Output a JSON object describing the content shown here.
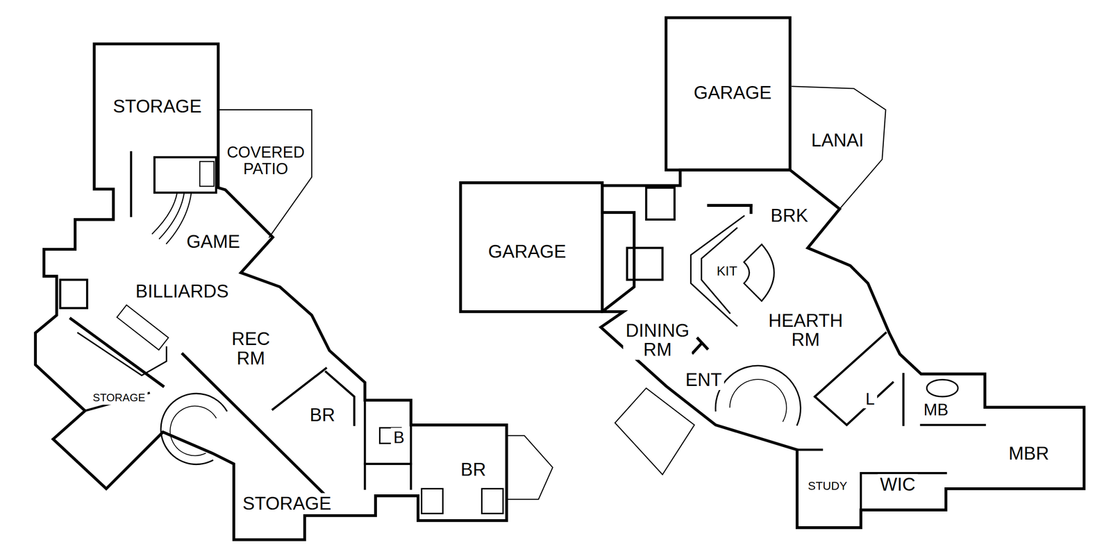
{
  "diagram": {
    "labels": [
      "STORAGE",
      "COVERED PATIO",
      "GAME",
      "BILLIARDS",
      "REC RM",
      "STORAGE",
      "BR",
      "B",
      "BR",
      "STORAGE",
      "GARAGE",
      "LANAI",
      "BRK",
      "GARAGE",
      "KIT",
      "DINING RM",
      "HEARTH RM",
      "ENT",
      "L",
      "MB",
      "MBR",
      "STUDY",
      "WIC"
    ]
  }
}
